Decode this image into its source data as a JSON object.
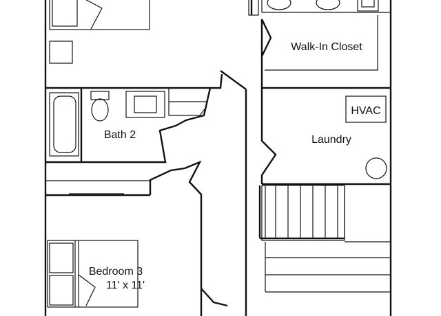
{
  "rooms": {
    "walk_in_closet": "Walk-In Closet",
    "hvac": "HVAC",
    "laundry": "Laundry",
    "bath_2": "Bath 2",
    "bedroom_3": {
      "name": "Bedroom 3",
      "dimensions": "11' x 11'"
    }
  },
  "colors": {
    "line": "#111111",
    "background": "#ffffff"
  }
}
